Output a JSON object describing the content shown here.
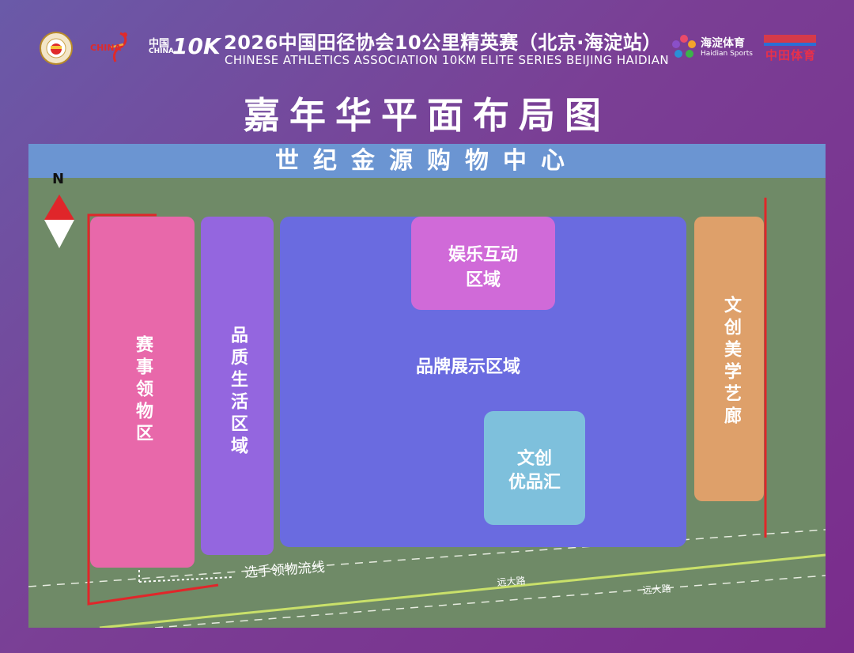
{
  "header": {
    "title_cn": "2026中国田径协会10公里精英赛（北京·海淀站）",
    "title_en": "CHINESE ATHLETICS ASSOCIATION 10KM ELITE SERIES BEIJING HAIDIAN",
    "logo_china10k_top": "中国",
    "logo_china10k_bottom": "CHINA",
    "logo_china10k_big": "10K",
    "logo_haidian_cn": "海淀体育",
    "logo_haidian_en": "Haidian Sports",
    "logo_zhongtian": "中田体育",
    "logo_run_china": "CHINA"
  },
  "page_title": "嘉年华平面布局图",
  "map": {
    "compass": "N",
    "mall": "世纪金源购物中心",
    "zones": {
      "race_pickup": "赛事领物区",
      "quality_life": "品质生活区域",
      "brand": "品牌展示区域",
      "entertainment_l1": "娱乐互动",
      "entertainment_l2": "区域",
      "creative_l1": "文创",
      "creative_l2": "优品汇",
      "gallery": "文创美学艺廊"
    },
    "flow_label": "选手领物流线",
    "road1": "远大路",
    "road2": "远大路"
  },
  "colors": {
    "grass": "#6f8a67",
    "mall": "#6b95d2",
    "race_pickup": "#e868aa",
    "quality_life": "#9466df",
    "brand": "#6a6be0",
    "entertainment": "#d06ad8",
    "creative": "#7ec0dc",
    "gallery": "#dea06a",
    "boundary": "#e0262a"
  }
}
